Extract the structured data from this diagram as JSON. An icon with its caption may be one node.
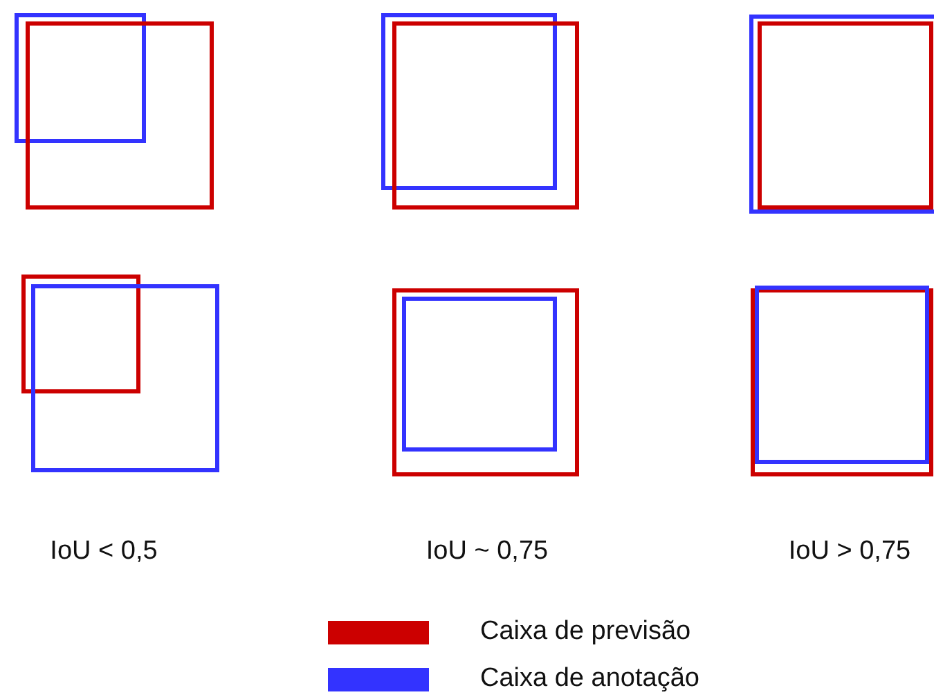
{
  "diagram": {
    "labels": [
      "IoU < 0,5",
      "IoU ~ 0,75",
      "IoU > 0,75"
    ],
    "legend": [
      {
        "text": "Caixa de previsão",
        "color": "#cc0000"
      },
      {
        "text": "Caixa de anotação",
        "color": "#3333ff"
      }
    ]
  }
}
